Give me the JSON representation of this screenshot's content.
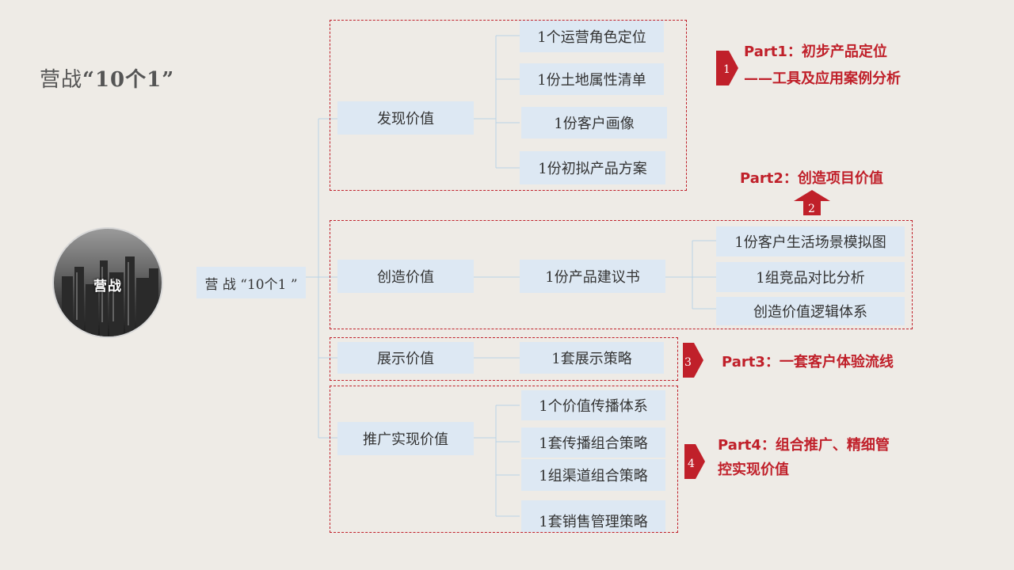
{
  "title": {
    "main": "营战",
    "quote": "“10个1”"
  },
  "avatar": {
    "label": "营战"
  },
  "root": {
    "label": "营 战 “10个1 ”"
  },
  "sections": {
    "discover": {
      "label": "发现价值",
      "items": [
        "1个运营角色定位",
        "1份土地属性清单",
        "1份客户画像",
        "1份初拟产品方案"
      ]
    },
    "create": {
      "label": "创造价值",
      "middle": "1份产品建议书",
      "items": [
        "1份客户生活场景模拟图",
        "1组竞品对比分析",
        "创造价值逻辑体系"
      ]
    },
    "show": {
      "label": "展示价值",
      "middle": "1套展示策略"
    },
    "promote": {
      "label": "推广实现价值",
      "items": [
        "1个价值传播体系",
        "1套传播组合策略",
        "1组渠道组合策略",
        "1套销售管理策略"
      ]
    }
  },
  "parts": [
    {
      "number": "1",
      "line1": "Part1：初步产品定位",
      "line2": "——工具及应用案例分析"
    },
    {
      "number": "2",
      "line1": "Part2：创造项目价值"
    },
    {
      "number": "3",
      "line1": "Part3：一套客户体验流线"
    },
    {
      "number": "4",
      "line1": "Part4：组合推广、精细管",
      "line2": "控实现价值"
    }
  ],
  "colors": {
    "accent": "#c0202a",
    "box": "#dde8f3",
    "line": "#b9d3e6",
    "background": "#eeebe6"
  }
}
